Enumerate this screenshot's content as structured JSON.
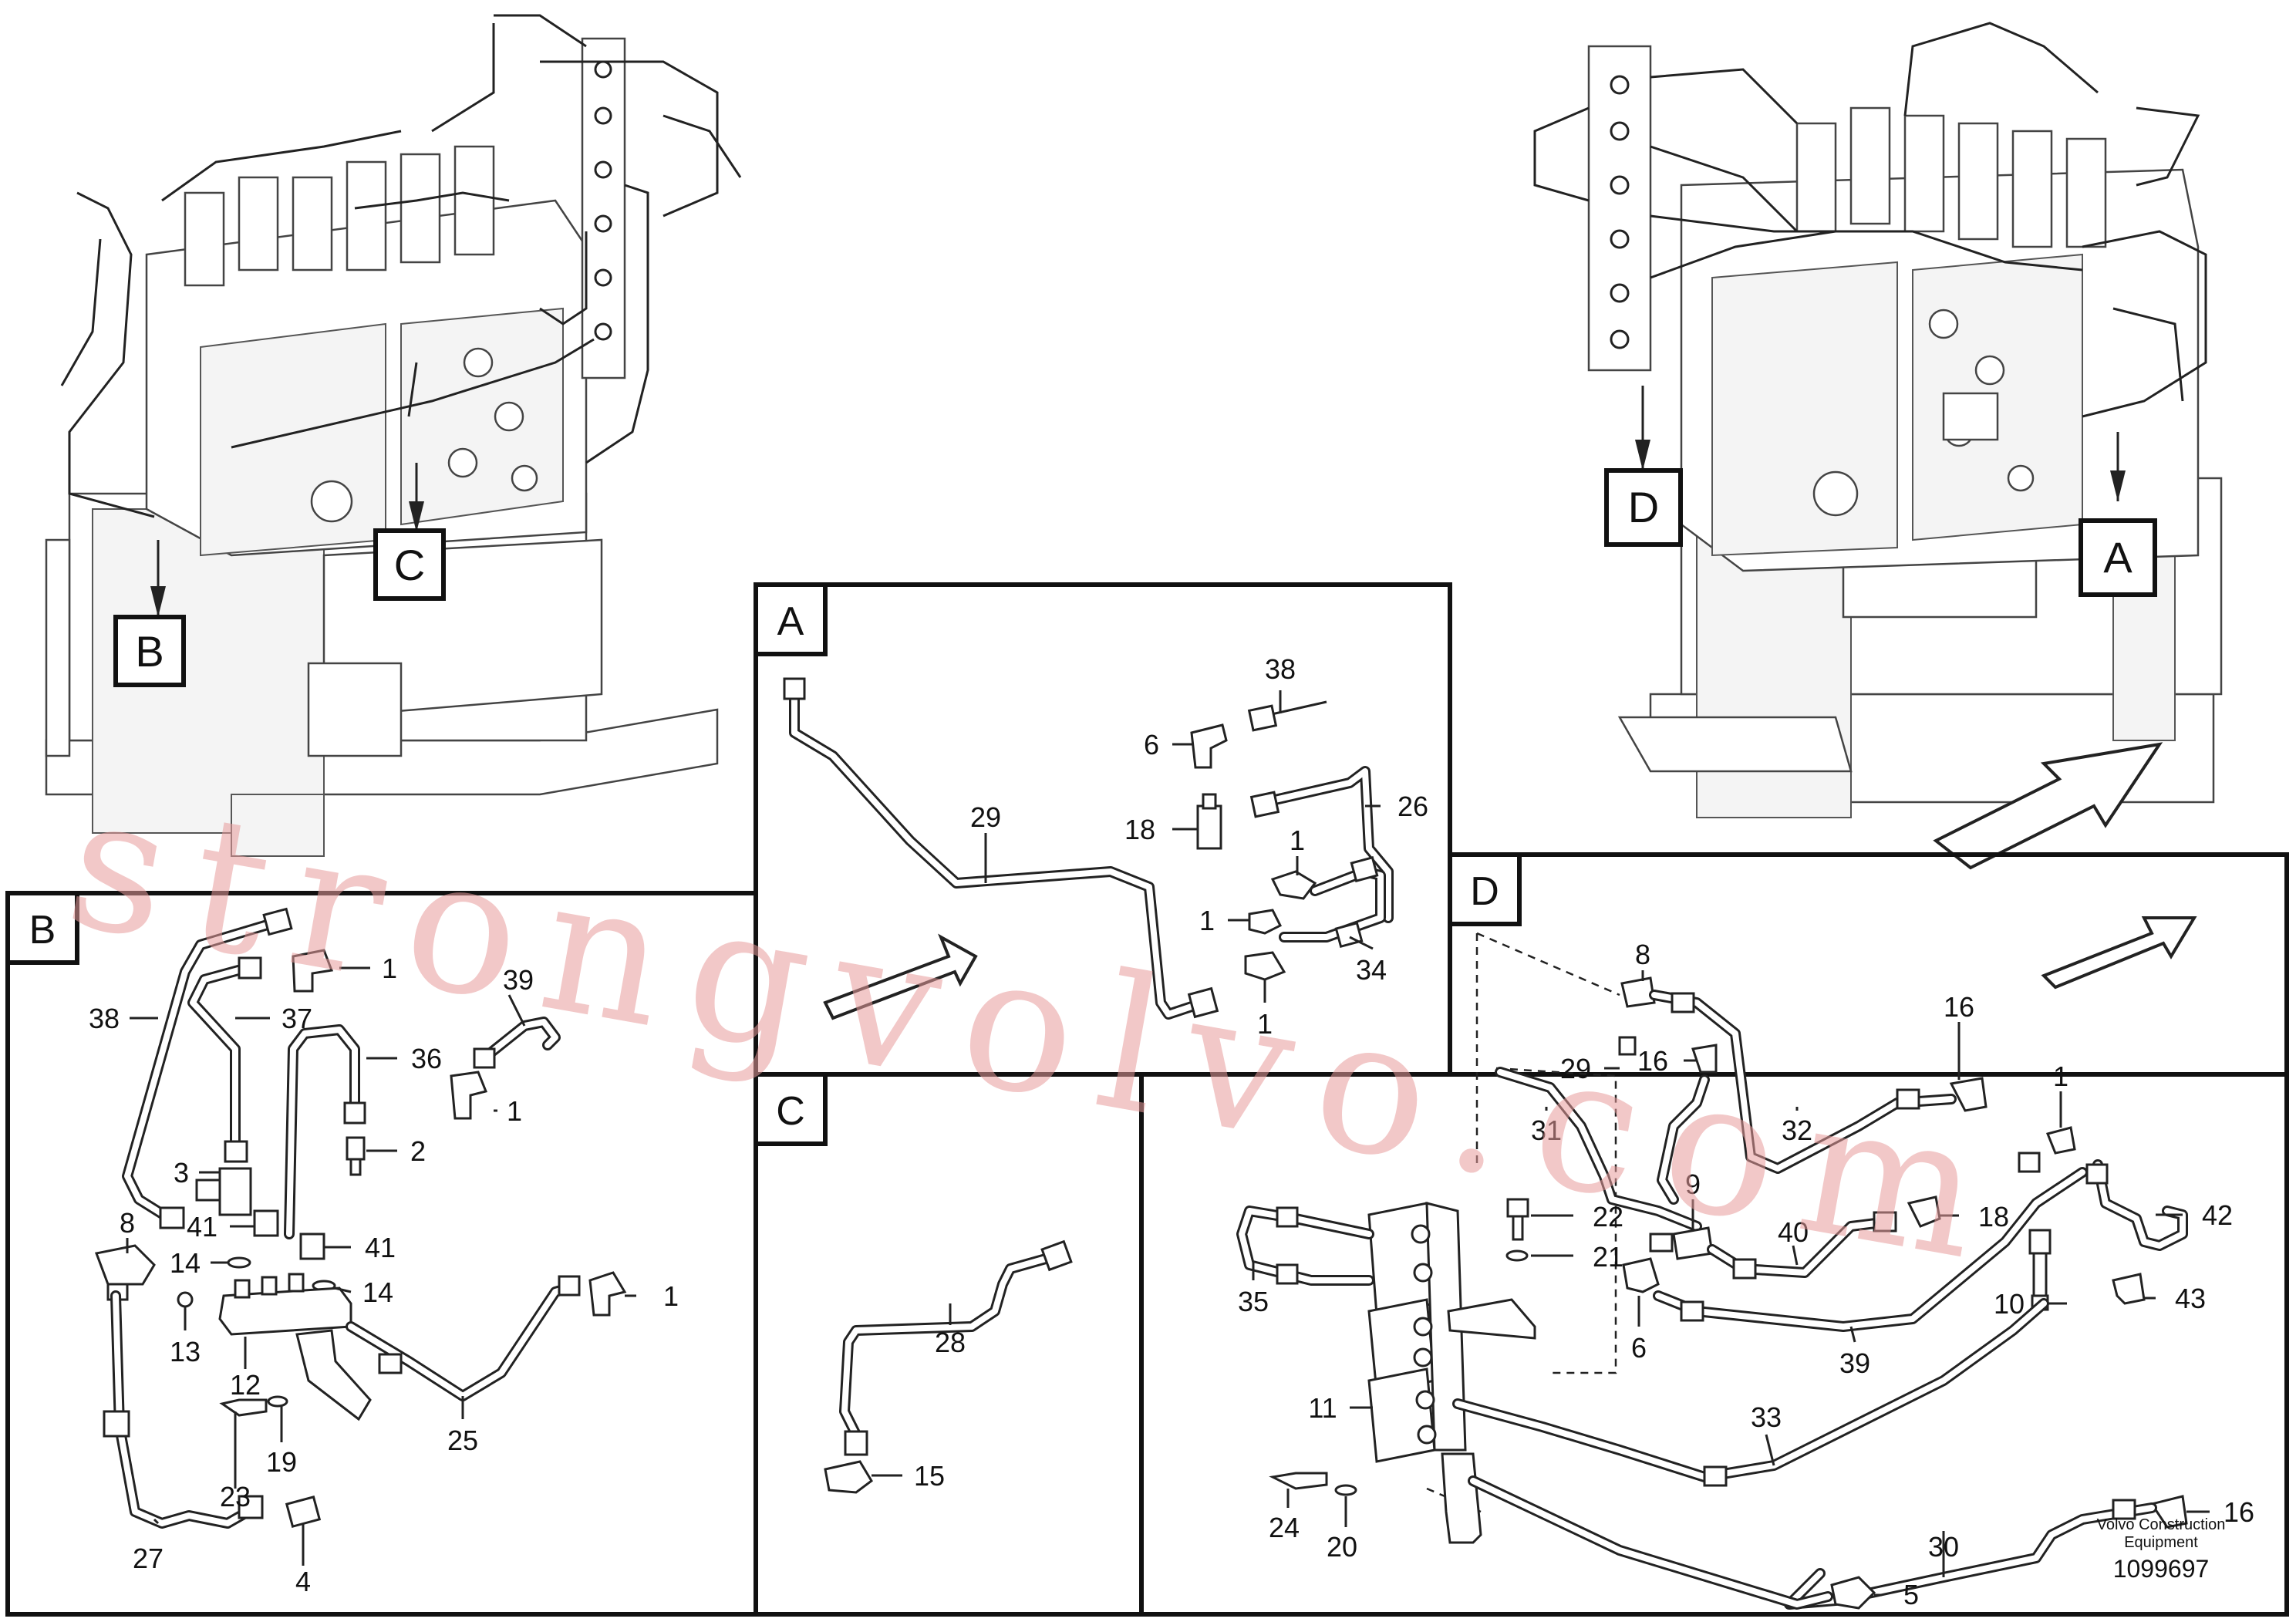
{
  "overview": {
    "left_callouts": [
      "B",
      "C"
    ],
    "right_callouts": [
      "D",
      "A"
    ]
  },
  "panels": {
    "A": {
      "letter": "A",
      "labels": [
        "38",
        "6",
        "29",
        "18",
        "26",
        "1",
        "1",
        "34",
        "1"
      ]
    },
    "B": {
      "letter": "B",
      "labels": [
        "1",
        "38",
        "37",
        "39",
        "36",
        "1",
        "3",
        "2",
        "8",
        "41",
        "41",
        "14",
        "14",
        "1",
        "13",
        "12",
        "25",
        "19",
        "23",
        "27",
        "4"
      ]
    },
    "C": {
      "letter": "C",
      "labels": [
        "28",
        "15"
      ]
    },
    "D": {
      "letter": "D",
      "labels": [
        "8",
        "16",
        "1",
        "29",
        "16",
        "31",
        "32",
        "9",
        "22",
        "21",
        "40",
        "18",
        "42",
        "35",
        "6",
        "39",
        "10",
        "43",
        "11",
        "33",
        "16",
        "24",
        "20",
        "30",
        "5"
      ]
    }
  },
  "footer": {
    "line1": "Volvo Construction",
    "line2": "Equipment",
    "ref": "1099697"
  },
  "watermark": "strongvolvo.com"
}
